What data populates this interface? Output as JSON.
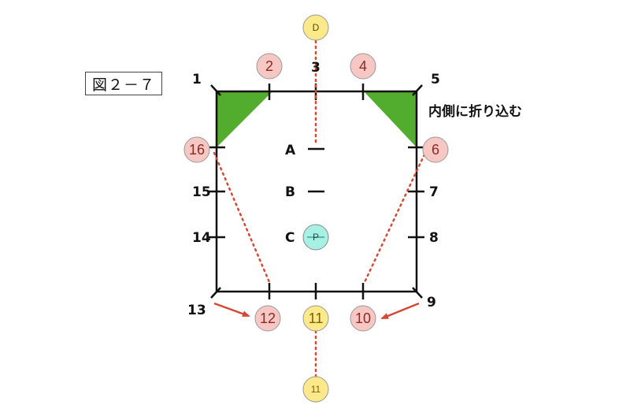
{
  "figure_label": "図２－７",
  "caption": "内側に折り込む",
  "corner_labels": {
    "c1": "1",
    "c3": "3",
    "c5": "5",
    "c7": "7",
    "c8": "8",
    "c9": "9",
    "c13": "13",
    "c14": "14",
    "c15": "15"
  },
  "center_labels": {
    "a": "A",
    "b": "B",
    "c": "C"
  },
  "circles": {
    "d": "D",
    "p": "P",
    "n2": "2",
    "n4": "4",
    "n6": "6",
    "n10": "10",
    "n11": "11",
    "n11b": "11",
    "n12": "12",
    "n16": "16"
  },
  "colors": {
    "pink_fill": "#f6c7c3",
    "pink_stroke": "#999999",
    "yellow_fill": "#fbe98a",
    "cyan_fill": "#a6f0e4",
    "green": "#52ac2e",
    "red": "#d14a35",
    "line": "#111111"
  }
}
